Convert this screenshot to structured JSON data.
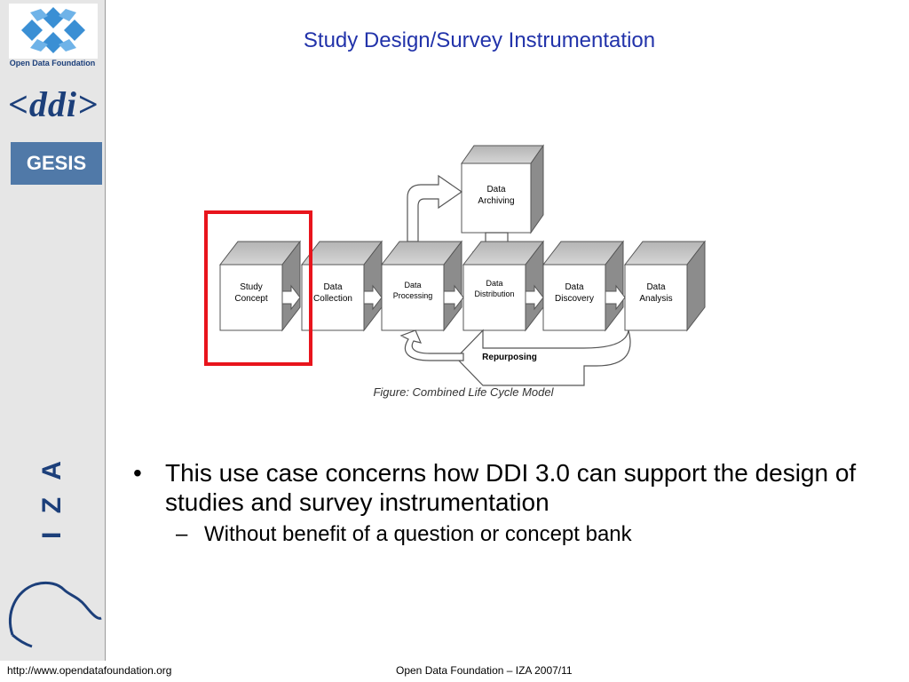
{
  "slide": {
    "title": "Study Design/Survey Instrumentation"
  },
  "sidebar": {
    "odf_caption": "Open Data Foundation",
    "ddi_logo": "<ddi>",
    "gesis_logo": "GESIS",
    "iza_logo": "I Z A"
  },
  "diagram": {
    "caption": "Figure: Combined Life Cycle Model",
    "boxes": [
      {
        "line1": "Study",
        "line2": "Concept"
      },
      {
        "line1": "Data",
        "line2": "Collection"
      },
      {
        "line1": "Data",
        "line2": "Processing"
      },
      {
        "line1": "Data",
        "line2": "Distribution"
      },
      {
        "line1": "Data",
        "line2": "Discovery"
      },
      {
        "line1": "Data",
        "line2": "Analysis"
      }
    ],
    "archiving": {
      "line1": "Data",
      "line2": "Archiving"
    },
    "repurposing": "Repurposing",
    "highlight_color": "#e8141c"
  },
  "content": {
    "bullet1": "This use case concerns how DDI 3.0 can support the design of studies and survey instrumentation",
    "sub_bullet1": "Without benefit of a question or concept bank"
  },
  "footer": {
    "url": "http://www.opendatafoundation.org",
    "center": "Open Data Foundation – IZA 2007/11"
  }
}
